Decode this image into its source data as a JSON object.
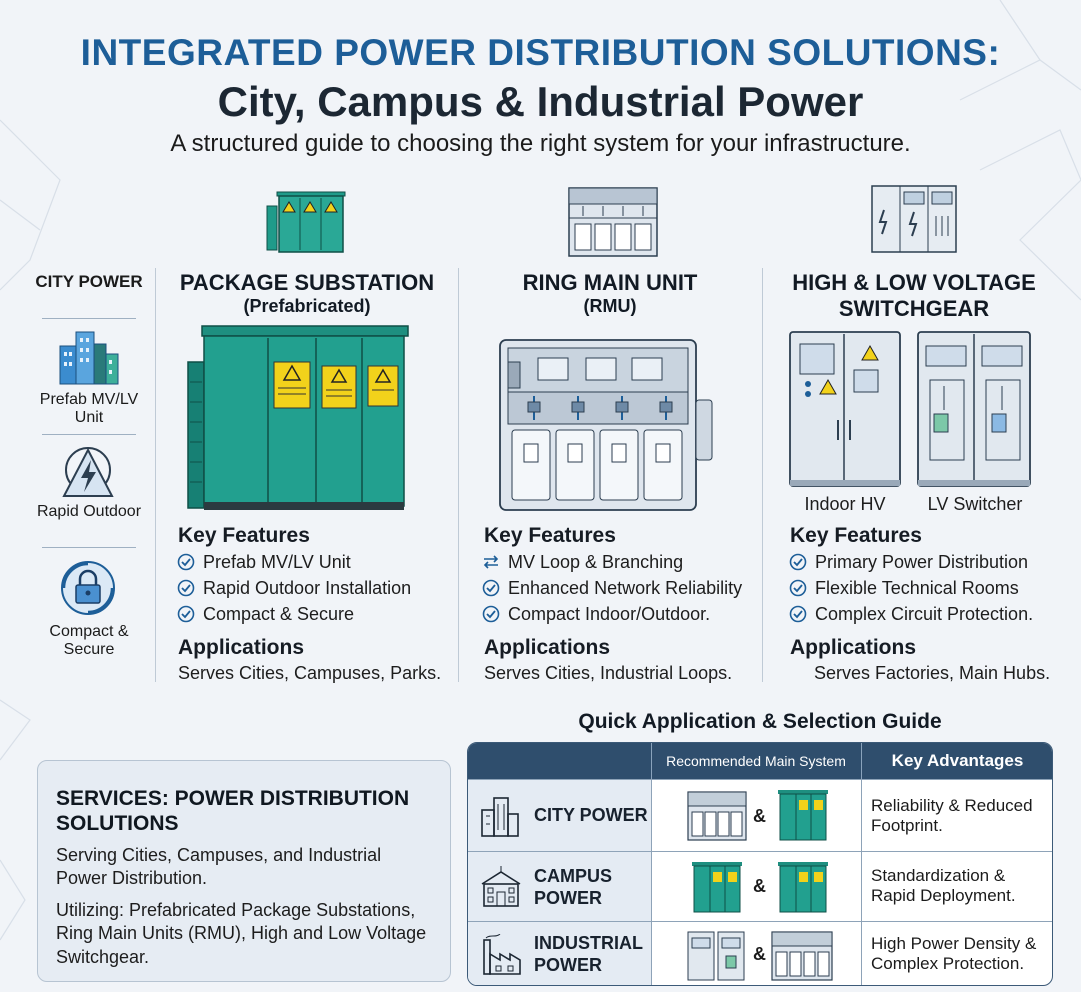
{
  "header": {
    "title_line1": "INTEGRATED POWER DISTRIBUTION SOLUTIONS:",
    "title_line2": "City, Campus & Industrial Power",
    "subtitle": "A structured guide to choosing the right system for your infrastructure."
  },
  "sidebar": {
    "heading": "CITY POWER",
    "items": [
      {
        "label": "Prefab MV/LV Unit",
        "icon": "city-buildings-icon"
      },
      {
        "label": "Rapid Outdoor",
        "icon": "lightning-triangle-icon"
      },
      {
        "label": "Compact & Secure",
        "icon": "padlock-icon"
      }
    ]
  },
  "columns": [
    {
      "title": "PACKAGE SUBSTATION",
      "subtitle": "(Prefabricated)",
      "features_heading": "Key Features",
      "features": [
        "Prefab MV/LV Unit",
        "Rapid Outdoor Installation",
        "Compact & Secure"
      ],
      "applications_heading": "Applications",
      "applications": "Serves Cities, Campuses, Parks."
    },
    {
      "title": "RING MAIN UNIT",
      "subtitle": "(RMU)",
      "features_heading": "Key Features",
      "features": [
        "MV Loop & Branching",
        "Enhanced Network Reliability",
        "Compact Indoor/Outdoor."
      ],
      "applications_heading": "Applications",
      "applications": "Serves Cities, Industrial Loops."
    },
    {
      "title_line1": "HIGH & LOW VOLTAGE",
      "title_line2": "SWITCHGEAR",
      "captions": [
        "Indoor HV",
        "LV Switcher"
      ],
      "features_heading": "Key Features",
      "features": [
        "Primary Power Distribution",
        "Flexible Technical Rooms",
        "Complex Circuit Protection."
      ],
      "applications_heading": "Applications",
      "applications": "Serves Factories, Main Hubs."
    }
  ],
  "services": {
    "title": "SERVICES: POWER DISTRIBUTION SOLUTIONS",
    "p1": "Serving Cities, Campuses, and Industrial Power Distribution.",
    "p2": "Utilizing: Prefabricated Package Substations, Ring Main Units (RMU), High and Low Voltage Switchgear."
  },
  "guide": {
    "title": "Quick Application & Selection Guide",
    "headers": [
      "",
      "Recommended Main System",
      "Key Advantages"
    ],
    "rows": [
      {
        "label_line1": "CITY POWER",
        "label_line2": "",
        "amp": "&",
        "advantage": "Reliability & Reduced Footprint."
      },
      {
        "label_line1": "CAMPUS",
        "label_line2": "POWER",
        "amp": "&",
        "advantage": "Standardization & Rapid Deployment."
      },
      {
        "label_line1": "INDUSTRIAL",
        "label_line2": "POWER",
        "amp": "&",
        "advantage": "High Power Density & Complex Protection."
      }
    ]
  },
  "colors": {
    "title_blue": "#1d5e98",
    "substation_green": "#1f9b8a",
    "table_header": "#2f4e6d",
    "check_blue": "#1d5e98"
  }
}
